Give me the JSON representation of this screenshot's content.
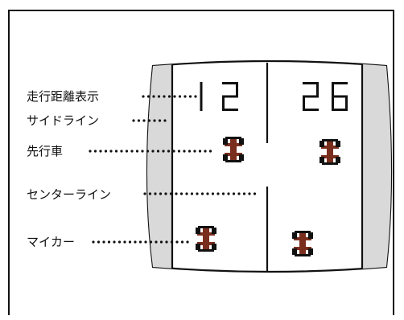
{
  "labels": {
    "distance": "走行距離表示",
    "sideline": "サイドライン",
    "lead_car": "先行車",
    "center_line": "センターライン",
    "my_car": "マイカー"
  },
  "scores": {
    "left": "12",
    "right": "26"
  },
  "colors": {
    "screen_bg": "#ffffff",
    "bezel_fill": "#d9d9d9",
    "line": "#111111",
    "car_body": "#7a2f1e"
  },
  "icons": {
    "car": "race-car-icon"
  }
}
